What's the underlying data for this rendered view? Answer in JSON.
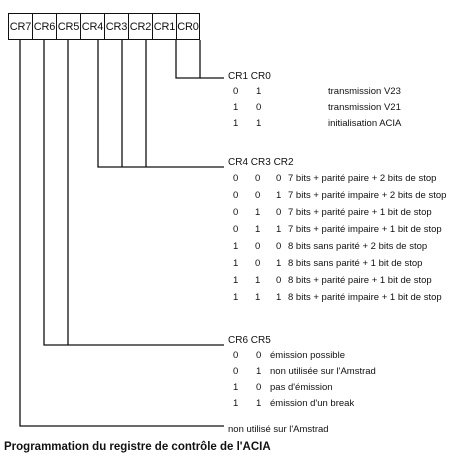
{
  "bits": [
    "CR7",
    "CR6",
    "CR5",
    "CR4",
    "CR3",
    "CR2",
    "CR1",
    "CR0"
  ],
  "group1": {
    "header": "CR1  CR0",
    "rows": [
      {
        "b": [
          "0",
          "1"
        ],
        "desc": "transmission V23"
      },
      {
        "b": [
          "1",
          "0"
        ],
        "desc": "transmission V21"
      },
      {
        "b": [
          "1",
          "1"
        ],
        "desc": "initialisation ACIA"
      }
    ]
  },
  "group2": {
    "header": "CR4  CR3  CR2",
    "rows": [
      {
        "b": [
          "0",
          "0",
          "0"
        ],
        "desc": "7 bits + parité paire + 2 bits de stop"
      },
      {
        "b": [
          "0",
          "0",
          "1"
        ],
        "desc": "7 bits + parité impaire + 2 bits de stop"
      },
      {
        "b": [
          "0",
          "1",
          "0"
        ],
        "desc": "7 bits + parité paire + 1 bit de stop"
      },
      {
        "b": [
          "0",
          "1",
          "1"
        ],
        "desc": "7 bits + parité impaire + 1 bit de stop"
      },
      {
        "b": [
          "1",
          "0",
          "0"
        ],
        "desc": "8 bits sans parité + 2 bits de stop"
      },
      {
        "b": [
          "1",
          "0",
          "1"
        ],
        "desc": "8 bits sans parité + 1 bit de stop"
      },
      {
        "b": [
          "1",
          "1",
          "0"
        ],
        "desc": "8 bits + parité paire + 1 bit de stop"
      },
      {
        "b": [
          "1",
          "1",
          "1"
        ],
        "desc": "8 bits + parité impaire + 1 bit de stop"
      }
    ]
  },
  "group3": {
    "header": "CR6  CR5",
    "rows": [
      {
        "b": [
          "0",
          "0"
        ],
        "desc": "émission possible"
      },
      {
        "b": [
          "0",
          "1"
        ],
        "desc": "non utilisée sur l'Amstrad"
      },
      {
        "b": [
          "1",
          "0"
        ],
        "desc": "pas d'émission"
      },
      {
        "b": [
          "1",
          "1"
        ],
        "desc": "émission d'un break"
      }
    ]
  },
  "cr7_label": "non utilisé sur l'Amstrad",
  "caption": "Programmation du registre de contrôle de l'ACIA"
}
